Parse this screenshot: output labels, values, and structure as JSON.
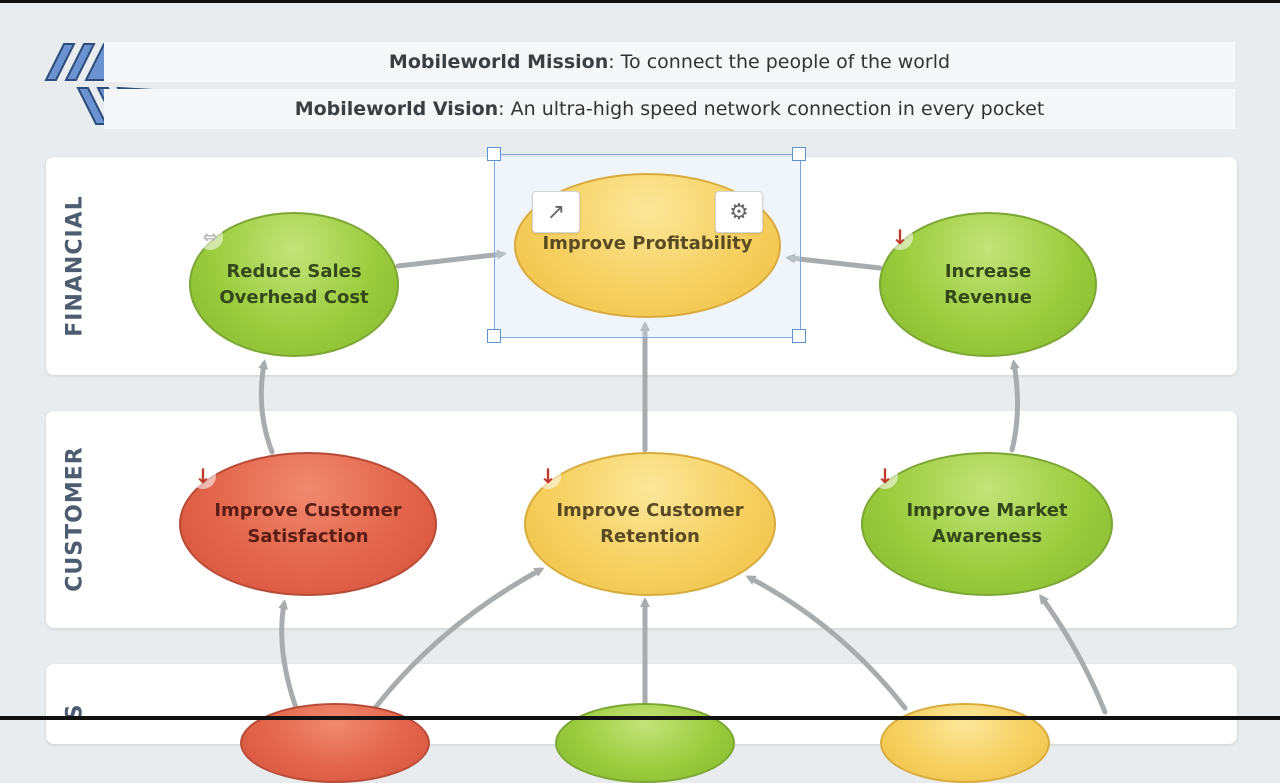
{
  "header": {
    "mission_label": "Mobileworld Mission",
    "mission_text": ": To connect the people of the world",
    "vision_label": "Mobileworld Vision",
    "vision_text": ": An ultra-high speed network connection in every pocket"
  },
  "lanes": {
    "financial": "FINANCIAL",
    "customer": "CUSTOMER",
    "internal": "S"
  },
  "nodes": {
    "reduce_sales": "Reduce Sales Overhead Cost",
    "improve_profitability": "Improve Profitability",
    "increase_revenue": "Increase Revenue",
    "improve_satisfaction": "Improve Customer Satisfaction",
    "improve_retention": "Improve Customer Retention",
    "improve_awareness": "Improve Market Awareness"
  },
  "icons": {
    "trend_down": "↓",
    "trend_flat": "⇔",
    "link": "↗",
    "settings": "⚙"
  },
  "colors": {
    "green": "#9ccc3e",
    "yellow": "#f6d060",
    "red": "#e2644a",
    "arrow": "#a9acaf"
  }
}
